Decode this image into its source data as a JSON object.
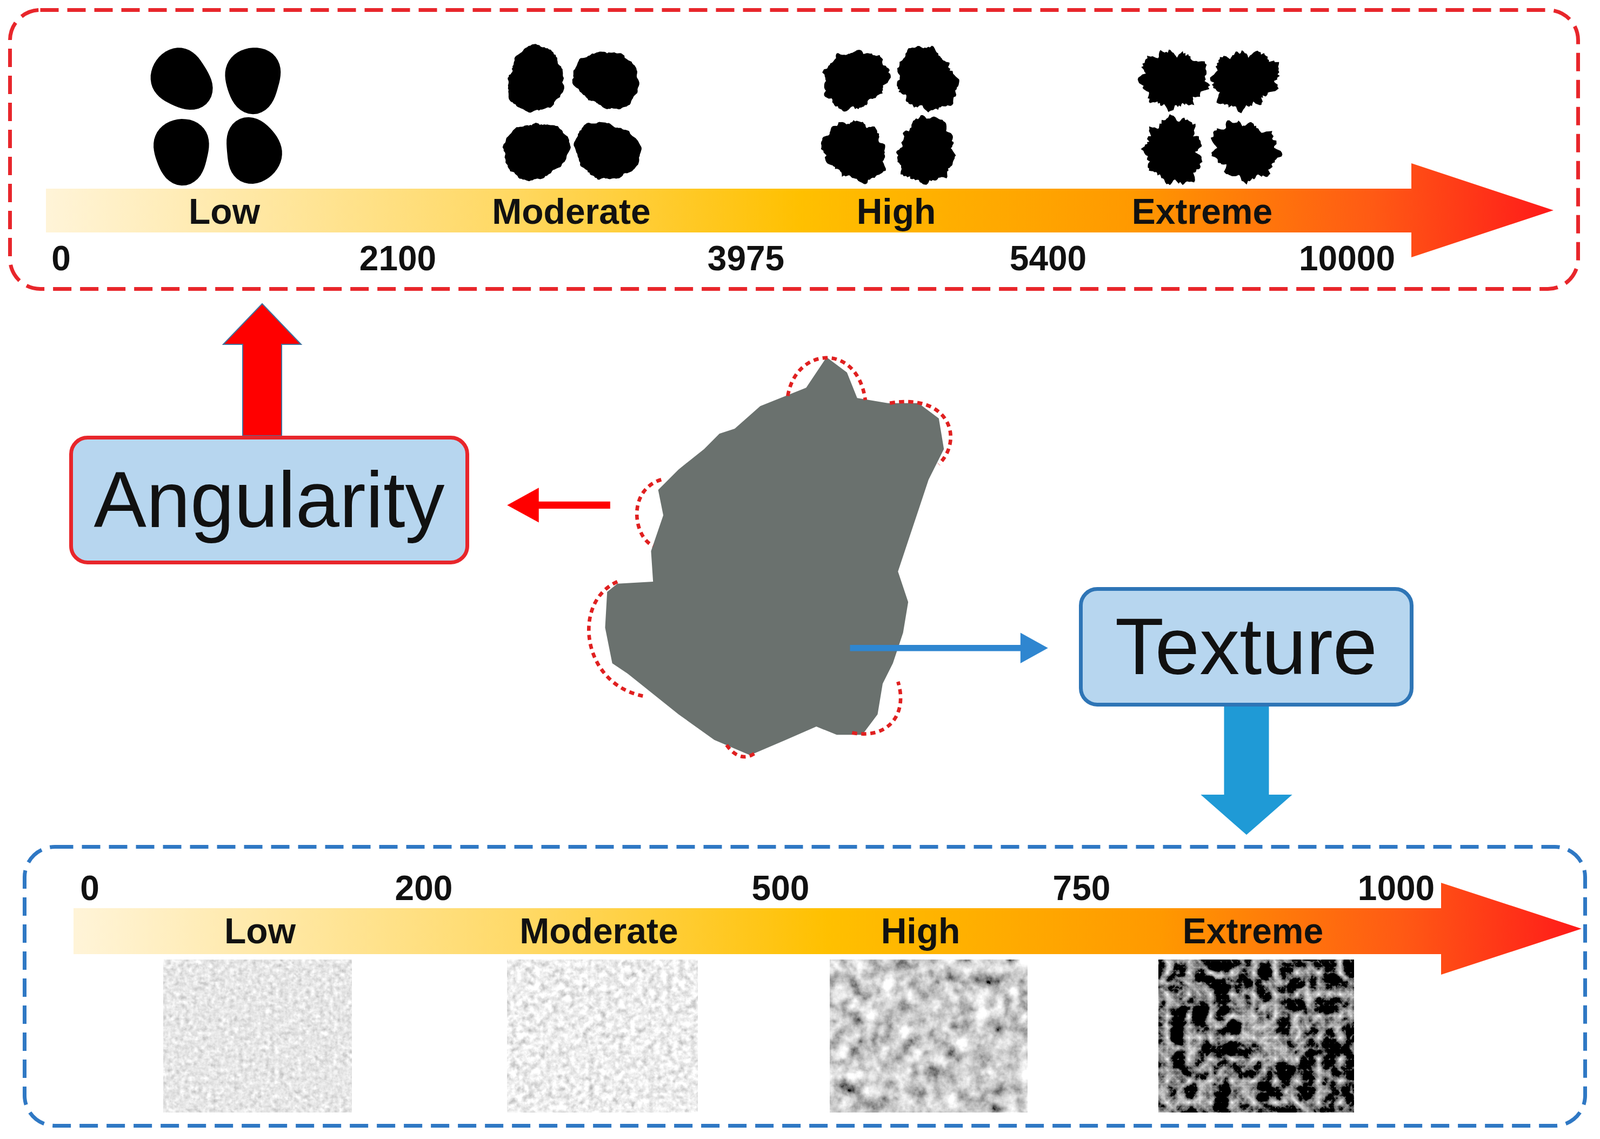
{
  "diagram": {
    "nodes": [
      {
        "text": [
          "Low",
          "Moderate",
          "High",
          "Extreme",
          "0",
          "2100",
          "3975",
          "5400",
          "10000"
        ]
      },
      {
        "text": [
          "Angularity"
        ]
      },
      {
        "text": [
          "Texture"
        ]
      },
      {
        "text": [
          "0",
          "200",
          "500",
          "750",
          "1000",
          "Low",
          "Moderate",
          "High",
          "Extreme"
        ]
      }
    ],
    "edges": [
      {
        "from": 1,
        "to": 0,
        "arrow": "to"
      },
      {
        "from": 2,
        "to": 3,
        "arrow": "to"
      }
    ]
  }
}
